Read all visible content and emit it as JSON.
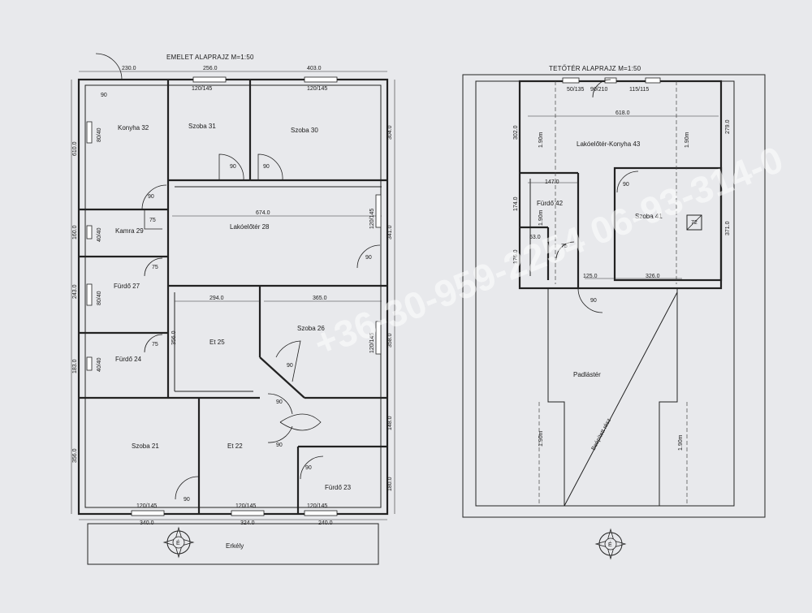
{
  "plans": {
    "floor": {
      "title": "EMELET ALAPRAJZ M=1:50",
      "rooms": {
        "konyha": "Konyha 32",
        "szoba31": "Szoba 31",
        "szoba30": "Szoba 30",
        "kamra": "Kamra 29",
        "lakoelotter": "Lakóelőtér 28",
        "furdo27": "Fürdő 27",
        "et25": "Et 25",
        "szoba26": "Szoba 26",
        "furdo24": "Fürdő 24",
        "szoba21": "Szoba 21",
        "et22": "Et 22",
        "furdo23": "Fürdő 23",
        "erkely": "Erkély"
      },
      "dims": {
        "top_230": "230.0",
        "top_256": "256.0",
        "top_403": "403.0",
        "left_610": "610.0",
        "left_160": "160.0",
        "left_243": "243.0",
        "left_183": "183.0",
        "left_356": "356.0",
        "right_304": "304.0",
        "right_341": "341.0",
        "right_358": "358.0",
        "right_148": "148.0",
        "right_180": "180.0",
        "mid_674": "674.0",
        "mid_294": "294.0",
        "mid_365": "365.0",
        "mid_356": "356.0",
        "bot_340": "340.0",
        "bot_324": "324.0",
        "bot_240": "240.0"
      },
      "windows": {
        "w1": "120/145",
        "w2": "120/145",
        "w3": "120/145",
        "w4": "120/145",
        "w5": "120/145",
        "w6": "120/145",
        "w7": "120/145",
        "k1": "80/40",
        "k2": "40/40",
        "k3": "80/40",
        "k4": "40/40"
      },
      "doors": {
        "d90": "90",
        "d75": "75"
      }
    },
    "attic": {
      "title": "TETŐTÉR ALAPRAJZ M=1:50",
      "rooms": {
        "lako": "Lakóelőtér-Konyha 43",
        "furdo42": "Fürdő 42",
        "szoba41": "Szoba 41",
        "padlo": "Padlástér",
        "beepitett": "Beépített rész"
      },
      "dims": {
        "top_50": "50/135",
        "top_90": "90/210",
        "top_115": "115/115",
        "w_618": "618.0",
        "l_302": "302.0",
        "r_279": "279.0",
        "h190": "1.90m",
        "w_147": "147.0",
        "l_174": "174.0",
        "l_176": "176.0",
        "w_53": "53.0",
        "w_125": "125.0",
        "w_326": "326.0",
        "r_371": "371.0",
        "door75": "75",
        "door90": "90",
        "stair": "72"
      }
    }
  },
  "watermark": "+36-30-959-2254 06-93-314-0",
  "compass": "É"
}
